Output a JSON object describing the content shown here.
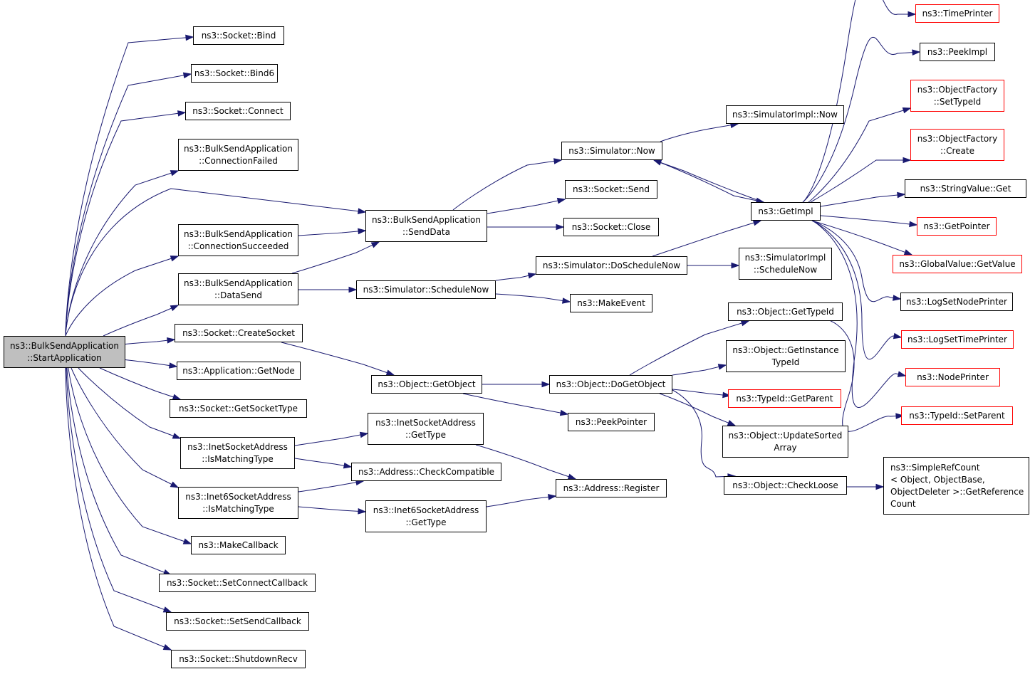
{
  "colors": {
    "edge": "#191970",
    "root_fill": "#bfbfbf",
    "external_border": "#ff0000",
    "border": "#000000"
  },
  "nodes": [
    {
      "id": "start",
      "name": "node-start-application",
      "lines": [
        "ns3::BulkSendApplication",
        "::StartApplication"
      ],
      "kind": "root"
    },
    {
      "id": "bind",
      "name": "node-socket-bind",
      "lines": [
        "ns3::Socket::Bind"
      ]
    },
    {
      "id": "bind6",
      "name": "node-socket-bind6",
      "lines": [
        "ns3::Socket::Bind6"
      ]
    },
    {
      "id": "connect",
      "name": "node-socket-connect",
      "lines": [
        "ns3::Socket::Connect"
      ]
    },
    {
      "id": "connfailed",
      "name": "node-connection-failed",
      "lines": [
        "ns3::BulkSendApplication",
        "::ConnectionFailed"
      ]
    },
    {
      "id": "connsucc",
      "name": "node-connection-succeeded",
      "lines": [
        "ns3::BulkSendApplication",
        "::ConnectionSucceeded"
      ]
    },
    {
      "id": "datasend",
      "name": "node-data-send",
      "lines": [
        "ns3::BulkSendApplication",
        "::DataSend"
      ]
    },
    {
      "id": "createsocket",
      "name": "node-create-socket",
      "lines": [
        "ns3::Socket::CreateSocket"
      ]
    },
    {
      "id": "getnode",
      "name": "node-application-get-node",
      "lines": [
        "ns3::Application::GetNode"
      ]
    },
    {
      "id": "getsockettype",
      "name": "node-get-socket-type",
      "lines": [
        "ns3::Socket::GetSocketType"
      ]
    },
    {
      "id": "inetmatch",
      "name": "node-inet-is-matching-type",
      "lines": [
        "ns3::InetSocketAddress",
        "::IsMatchingType"
      ]
    },
    {
      "id": "inet6match",
      "name": "node-inet6-is-matching-type",
      "lines": [
        "ns3::Inet6SocketAddress",
        "::IsMatchingType"
      ]
    },
    {
      "id": "makecallback",
      "name": "node-make-callback",
      "lines": [
        "ns3::MakeCallback"
      ]
    },
    {
      "id": "setconncb",
      "name": "node-set-connect-callback",
      "lines": [
        "ns3::Socket::SetConnectCallback"
      ]
    },
    {
      "id": "setsendcb",
      "name": "node-set-send-callback",
      "lines": [
        "ns3::Socket::SetSendCallback"
      ]
    },
    {
      "id": "shutdownrecv",
      "name": "node-shutdown-recv",
      "lines": [
        "ns3::Socket::ShutdownRecv"
      ]
    },
    {
      "id": "senddata",
      "name": "node-send-data",
      "lines": [
        "ns3::BulkSendApplication",
        "::SendData"
      ]
    },
    {
      "id": "schednow",
      "name": "node-simulator-schedule-now",
      "lines": [
        "ns3::Simulator::ScheduleNow"
      ]
    },
    {
      "id": "getobject",
      "name": "node-object-get-object",
      "lines": [
        "ns3::Object::GetObject"
      ]
    },
    {
      "id": "inetgettype",
      "name": "node-inet-get-type",
      "lines": [
        "ns3::InetSocketAddress",
        "::GetType"
      ]
    },
    {
      "id": "checkcompat",
      "name": "node-address-check-compatible",
      "lines": [
        "ns3::Address::CheckCompatible"
      ]
    },
    {
      "id": "inet6gettype",
      "name": "node-inet6-get-type",
      "lines": [
        "ns3::Inet6SocketAddress",
        "::GetType"
      ]
    },
    {
      "id": "simnow",
      "name": "node-simulator-now",
      "lines": [
        "ns3::Simulator::Now"
      ]
    },
    {
      "id": "socksend",
      "name": "node-socket-send",
      "lines": [
        "ns3::Socket::Send"
      ]
    },
    {
      "id": "sockclose",
      "name": "node-socket-close",
      "lines": [
        "ns3::Socket::Close"
      ]
    },
    {
      "id": "doschednow",
      "name": "node-simulator-do-schedule-now",
      "lines": [
        "ns3::Simulator::DoScheduleNow"
      ]
    },
    {
      "id": "makeevent",
      "name": "node-make-event",
      "lines": [
        "ns3::MakeEvent"
      ]
    },
    {
      "id": "dogetobject",
      "name": "node-object-do-get-object",
      "lines": [
        "ns3::Object::DoGetObject"
      ]
    },
    {
      "id": "peekpointer",
      "name": "node-peek-pointer",
      "lines": [
        "ns3::PeekPointer"
      ]
    },
    {
      "id": "register",
      "name": "node-address-register",
      "lines": [
        "ns3::Address::Register"
      ]
    },
    {
      "id": "simimplnow",
      "name": "node-simulator-impl-now",
      "lines": [
        "ns3::SimulatorImpl::Now"
      ]
    },
    {
      "id": "getimpl",
      "name": "node-get-impl",
      "lines": [
        "ns3::GetImpl"
      ]
    },
    {
      "id": "simimplsched",
      "name": "node-simulator-impl-schedule-now",
      "lines": [
        "ns3::SimulatorImpl",
        "::ScheduleNow"
      ]
    },
    {
      "id": "objgettypeid",
      "name": "node-object-get-type-id",
      "lines": [
        "ns3::Object::GetTypeId"
      ]
    },
    {
      "id": "objgetinst",
      "name": "node-object-get-instance-type-id",
      "lines": [
        "ns3::Object::GetInstance",
        "TypeId"
      ]
    },
    {
      "id": "typeidparent",
      "name": "node-type-id-get-parent",
      "lines": [
        "ns3::TypeId::GetParent"
      ],
      "kind": "ext"
    },
    {
      "id": "updatesorted",
      "name": "node-object-update-sorted-array",
      "lines": [
        "ns3::Object::UpdateSorted",
        "Array"
      ]
    },
    {
      "id": "checkloose",
      "name": "node-object-check-loose",
      "lines": [
        "ns3::Object::CheckLoose"
      ]
    },
    {
      "id": "simplerefcount",
      "name": "node-simple-ref-count-get-reference-count",
      "lines": [
        "ns3::SimpleRefCount",
        "< Object, ObjectBase,",
        "ObjectDeleter >::GetReference",
        "Count"
      ],
      "align": "left"
    },
    {
      "id": "timeprinter",
      "name": "node-time-printer",
      "lines": [
        "ns3::TimePrinter"
      ],
      "kind": "ext"
    },
    {
      "id": "peekimpl",
      "name": "node-peek-impl",
      "lines": [
        "ns3::PeekImpl"
      ]
    },
    {
      "id": "ofsettypeid",
      "name": "node-object-factory-set-type-id",
      "lines": [
        "ns3::ObjectFactory",
        "::SetTypeId"
      ],
      "kind": "ext"
    },
    {
      "id": "ofcreate",
      "name": "node-object-factory-create",
      "lines": [
        "ns3::ObjectFactory",
        "::Create"
      ],
      "kind": "ext"
    },
    {
      "id": "stringget",
      "name": "node-string-value-get",
      "lines": [
        "ns3::StringValue::Get"
      ]
    },
    {
      "id": "getpointer",
      "name": "node-get-pointer",
      "lines": [
        "ns3::GetPointer"
      ],
      "kind": "ext"
    },
    {
      "id": "globalget",
      "name": "node-global-value-get-value",
      "lines": [
        "ns3::GlobalValue::GetValue"
      ],
      "kind": "ext"
    },
    {
      "id": "logsetnode",
      "name": "node-log-set-node-printer",
      "lines": [
        "ns3::LogSetNodePrinter"
      ]
    },
    {
      "id": "logsettime",
      "name": "node-log-set-time-printer",
      "lines": [
        "ns3::LogSetTimePrinter"
      ],
      "kind": "ext"
    },
    {
      "id": "nodeprinter",
      "name": "node-node-printer",
      "lines": [
        "ns3::NodePrinter"
      ],
      "kind": "ext"
    },
    {
      "id": "typeidsetparent",
      "name": "node-type-id-set-parent",
      "lines": [
        "ns3::TypeId::SetParent"
      ],
      "kind": "ext"
    }
  ],
  "edges": [
    [
      "start",
      "bind"
    ],
    [
      "start",
      "bind6"
    ],
    [
      "start",
      "connect"
    ],
    [
      "start",
      "connfailed"
    ],
    [
      "start",
      "senddata"
    ],
    [
      "start",
      "connsucc"
    ],
    [
      "start",
      "datasend"
    ],
    [
      "start",
      "createsocket"
    ],
    [
      "start",
      "getnode"
    ],
    [
      "start",
      "getsockettype"
    ],
    [
      "start",
      "inetmatch"
    ],
    [
      "start",
      "inet6match"
    ],
    [
      "start",
      "makecallback"
    ],
    [
      "start",
      "setconncb"
    ],
    [
      "start",
      "setsendcb"
    ],
    [
      "start",
      "shutdownrecv"
    ],
    [
      "connsucc",
      "senddata"
    ],
    [
      "datasend",
      "senddata"
    ],
    [
      "datasend",
      "schednow"
    ],
    [
      "createsocket",
      "getobject"
    ],
    [
      "inetmatch",
      "inetgettype"
    ],
    [
      "inetmatch",
      "checkcompat"
    ],
    [
      "inet6match",
      "checkcompat"
    ],
    [
      "inet6match",
      "inet6gettype"
    ],
    [
      "senddata",
      "simnow"
    ],
    [
      "senddata",
      "socksend"
    ],
    [
      "senddata",
      "sockclose"
    ],
    [
      "schednow",
      "doschednow"
    ],
    [
      "schednow",
      "makeevent"
    ],
    [
      "getobject",
      "dogetobject"
    ],
    [
      "getobject",
      "peekpointer"
    ],
    [
      "inetgettype",
      "register"
    ],
    [
      "inet6gettype",
      "register"
    ],
    [
      "simnow",
      "simimplnow"
    ],
    [
      "simnow",
      "getimpl"
    ],
    [
      "getimpl",
      "simnow"
    ],
    [
      "doschednow",
      "getimpl"
    ],
    [
      "doschednow",
      "simimplsched"
    ],
    [
      "dogetobject",
      "objgettypeid"
    ],
    [
      "dogetobject",
      "objgetinst"
    ],
    [
      "dogetobject",
      "typeidparent"
    ],
    [
      "dogetobject",
      "updatesorted"
    ],
    [
      "dogetobject",
      "checkloose"
    ],
    [
      "checkloose",
      "simplerefcount"
    ],
    [
      "objgettypeid",
      "typeidsetparent"
    ],
    [
      "getimpl",
      "timeprinter"
    ],
    [
      "getimpl",
      "peekimpl"
    ],
    [
      "getimpl",
      "ofsettypeid"
    ],
    [
      "getimpl",
      "ofcreate"
    ],
    [
      "getimpl",
      "stringget"
    ],
    [
      "getimpl",
      "getpointer"
    ],
    [
      "getimpl",
      "globalget"
    ],
    [
      "getimpl",
      "logsetnode"
    ],
    [
      "getimpl",
      "logsettime"
    ],
    [
      "getimpl",
      "nodeprinter"
    ]
  ]
}
